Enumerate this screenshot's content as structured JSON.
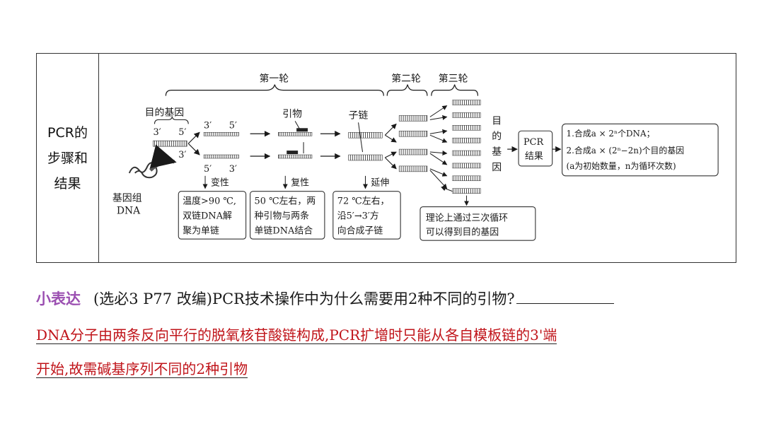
{
  "table": {
    "row_label": [
      "PCR的",
      "步骤和",
      "结果"
    ]
  },
  "diagram": {
    "round1": "第一轮",
    "round2": "第二轮",
    "round3": "第三轮",
    "target_gene": "目的基因",
    "prime_a": "3′",
    "prime_b": "5′",
    "genomic_dna": [
      "基因组",
      "DNA"
    ],
    "primer": "引物",
    "daughter_strand": "子链",
    "step_denature": "变性",
    "step_anneal": "复性",
    "step_extend": "延伸",
    "denature_box": [
      "温度>90 ℃,",
      "双链DNA解",
      "聚为单链"
    ],
    "anneal_box": [
      "50 ℃左右，两",
      "种引物与两条",
      "单链DNA结合"
    ],
    "extend_box": [
      "72 ℃左右，",
      "沿5′→3′方",
      "向合成子链"
    ],
    "target_vertical": [
      "目",
      "的",
      "基",
      "因"
    ],
    "pcr_result": [
      "PCR",
      "结果"
    ],
    "result_box": [
      "1.合成a × 2ⁿ个DNA；",
      "2.合成a × (2ⁿ−2n)个目的基因",
      "(a为初始数量，n为循环次数)"
    ],
    "theory_box": [
      "理论上通过三次循环",
      "可以得到目的基因"
    ]
  },
  "question": {
    "tag": "小表达",
    "text": "(选必3 P77 改编)PCR技术操作中为什么需要用2种不同的引物?"
  },
  "answer": {
    "line1": "DNA分子由两条反向平行的脱氧核苷酸链构成,PCR扩增时只能从各自模板链的3'端",
    "line2": "开始,故需碱基序列不同的2种引物"
  },
  "colors": {
    "tag": "#9b4fb1",
    "answer": "#c0141a"
  }
}
